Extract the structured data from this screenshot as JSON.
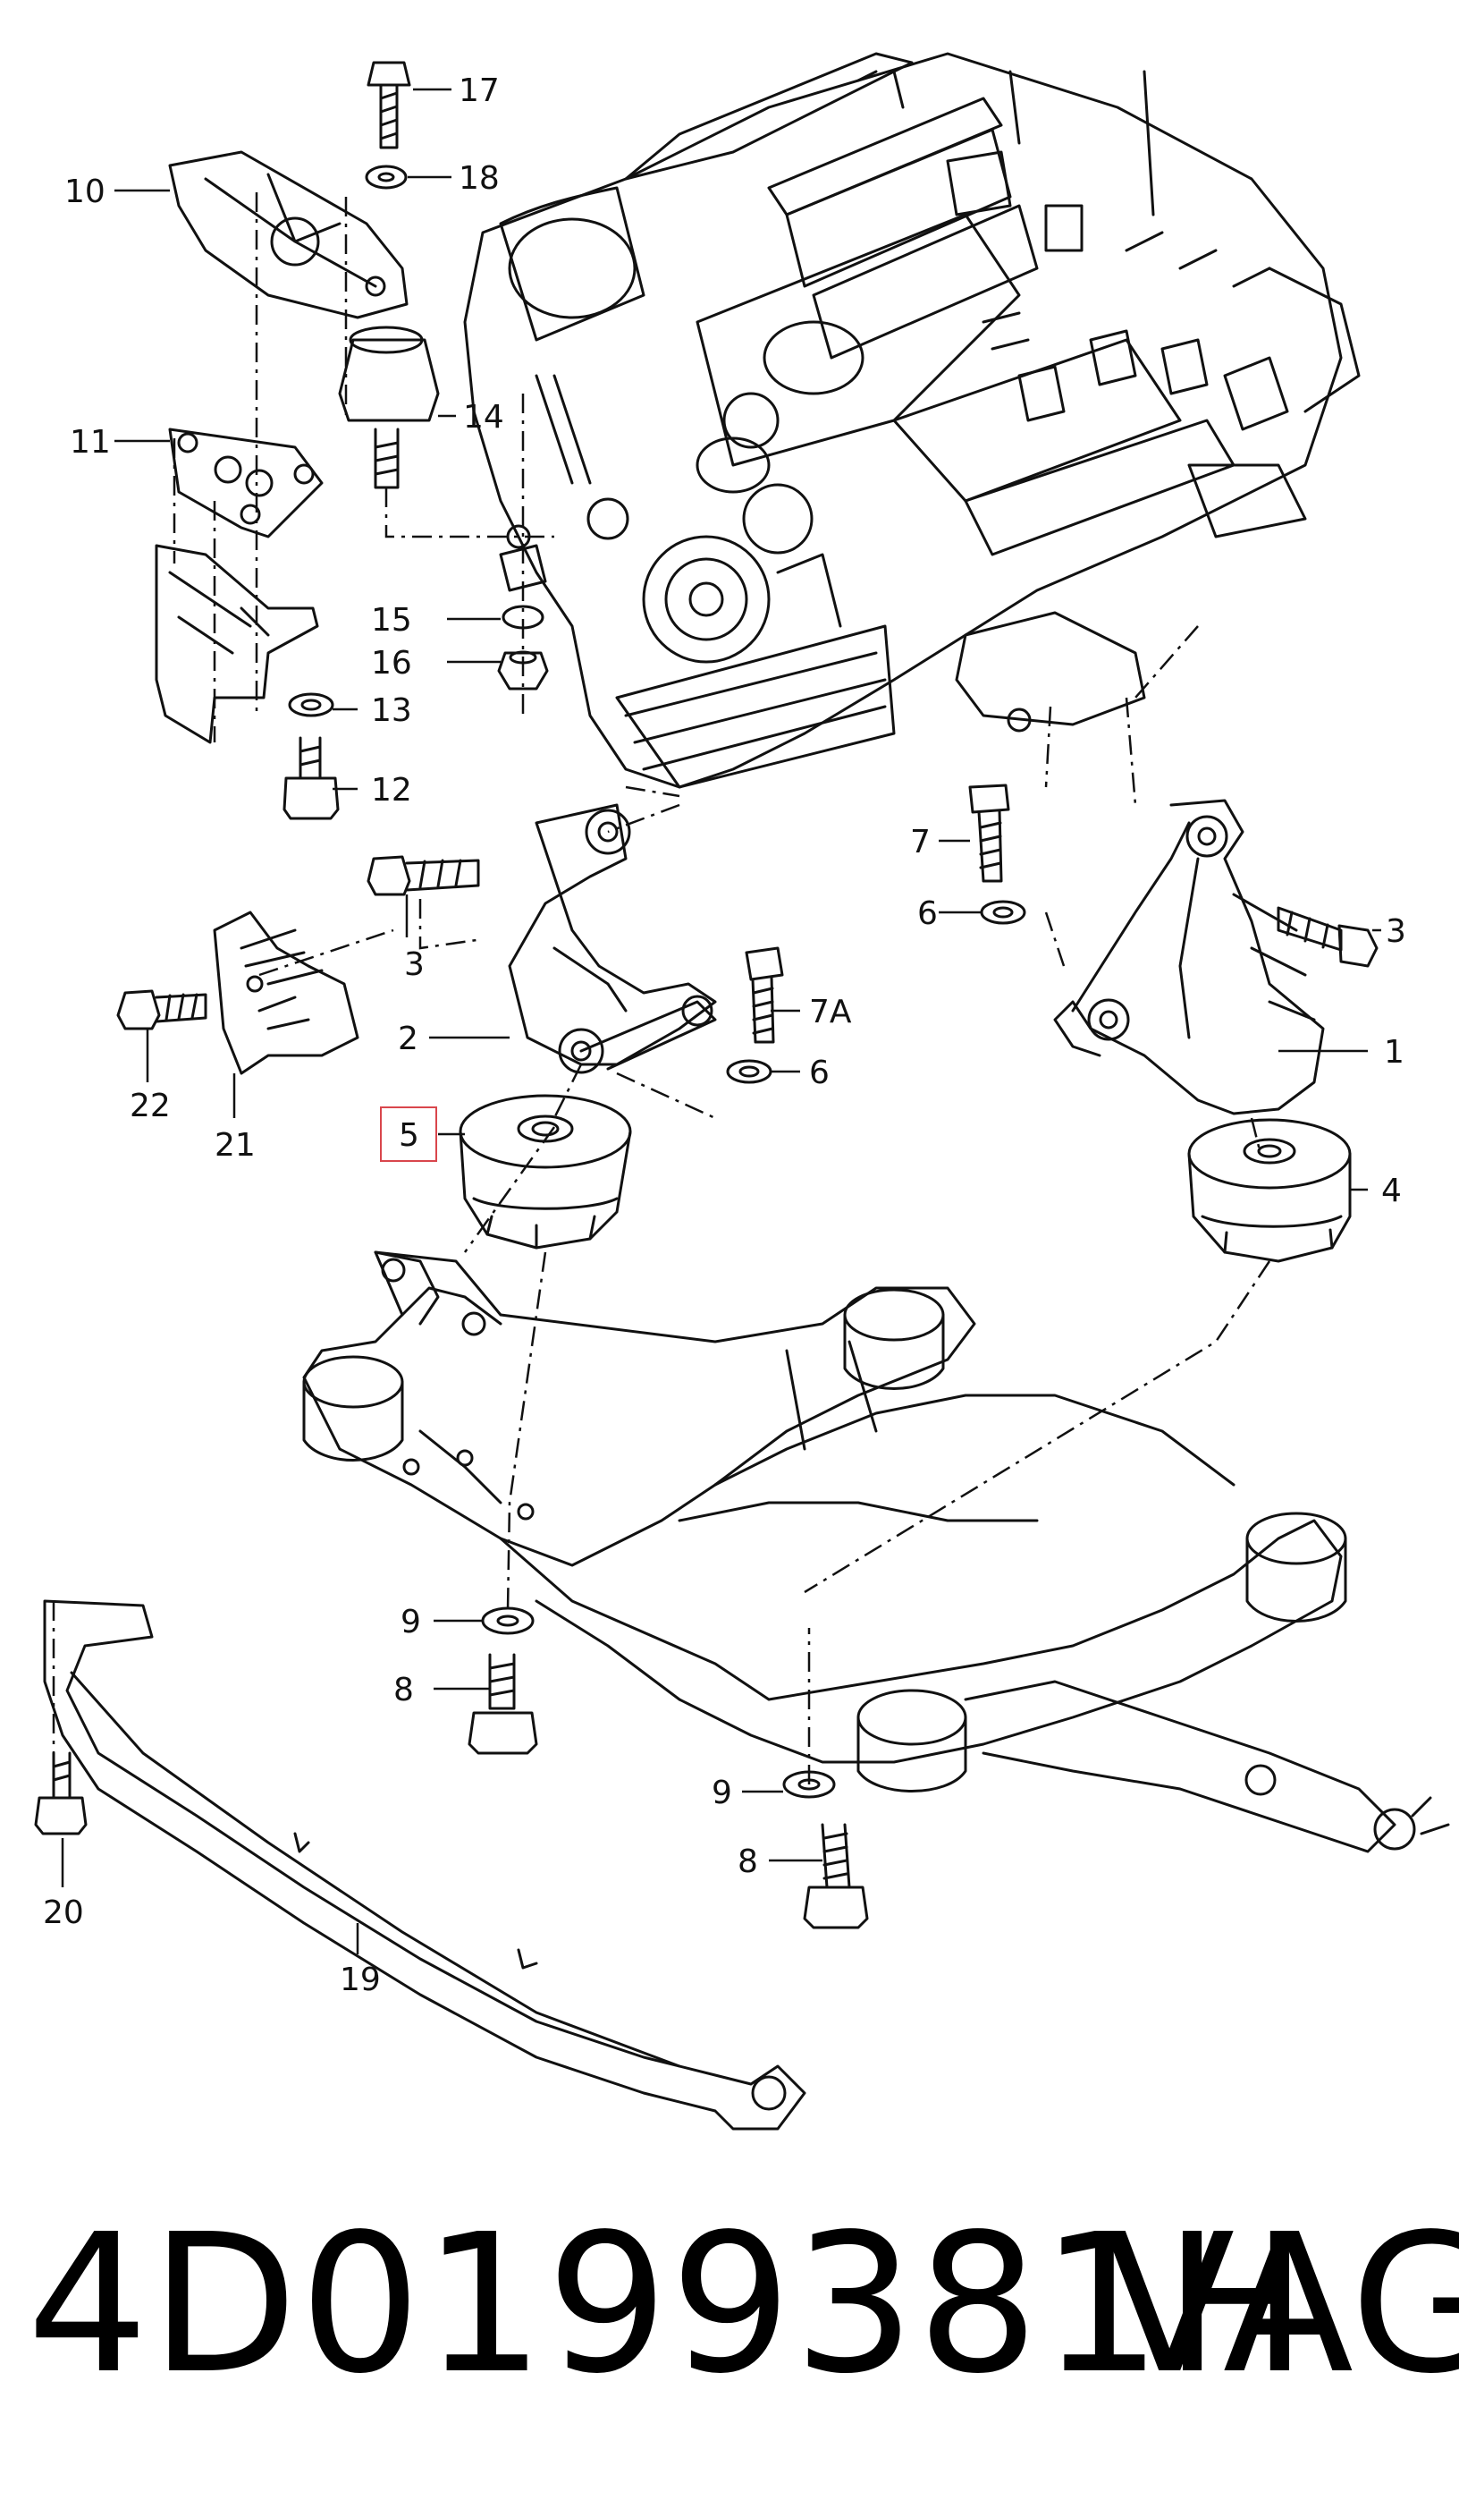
{
  "diagram": {
    "callouts": [
      {
        "id": "c17",
        "text": "17"
      },
      {
        "id": "c18",
        "text": "18"
      },
      {
        "id": "c10",
        "text": "10"
      },
      {
        "id": "c14",
        "text": "14"
      },
      {
        "id": "c11",
        "text": "11"
      },
      {
        "id": "c15",
        "text": "15"
      },
      {
        "id": "c16",
        "text": "16"
      },
      {
        "id": "c13",
        "text": "13"
      },
      {
        "id": "c12",
        "text": "12"
      },
      {
        "id": "c7",
        "text": "7"
      },
      {
        "id": "c6a",
        "text": "6"
      },
      {
        "id": "c3a",
        "text": "3"
      },
      {
        "id": "c3b",
        "text": "3"
      },
      {
        "id": "c1",
        "text": "1"
      },
      {
        "id": "c2",
        "text": "2"
      },
      {
        "id": "c7A",
        "text": "7A"
      },
      {
        "id": "c6b",
        "text": "6"
      },
      {
        "id": "c22",
        "text": "22"
      },
      {
        "id": "c21",
        "text": "21"
      },
      {
        "id": "c5",
        "text": "5"
      },
      {
        "id": "c4",
        "text": "4"
      },
      {
        "id": "c9a",
        "text": "9"
      },
      {
        "id": "c8a",
        "text": "8"
      },
      {
        "id": "c9b",
        "text": "9"
      },
      {
        "id": "c8b",
        "text": "8"
      },
      {
        "id": "c20",
        "text": "20"
      },
      {
        "id": "c19",
        "text": "19"
      }
    ],
    "highlight_color": "#d9464c",
    "line_color": "#111111"
  },
  "footer": {
    "part_number": "4D0199381H",
    "brand": "VAG"
  }
}
